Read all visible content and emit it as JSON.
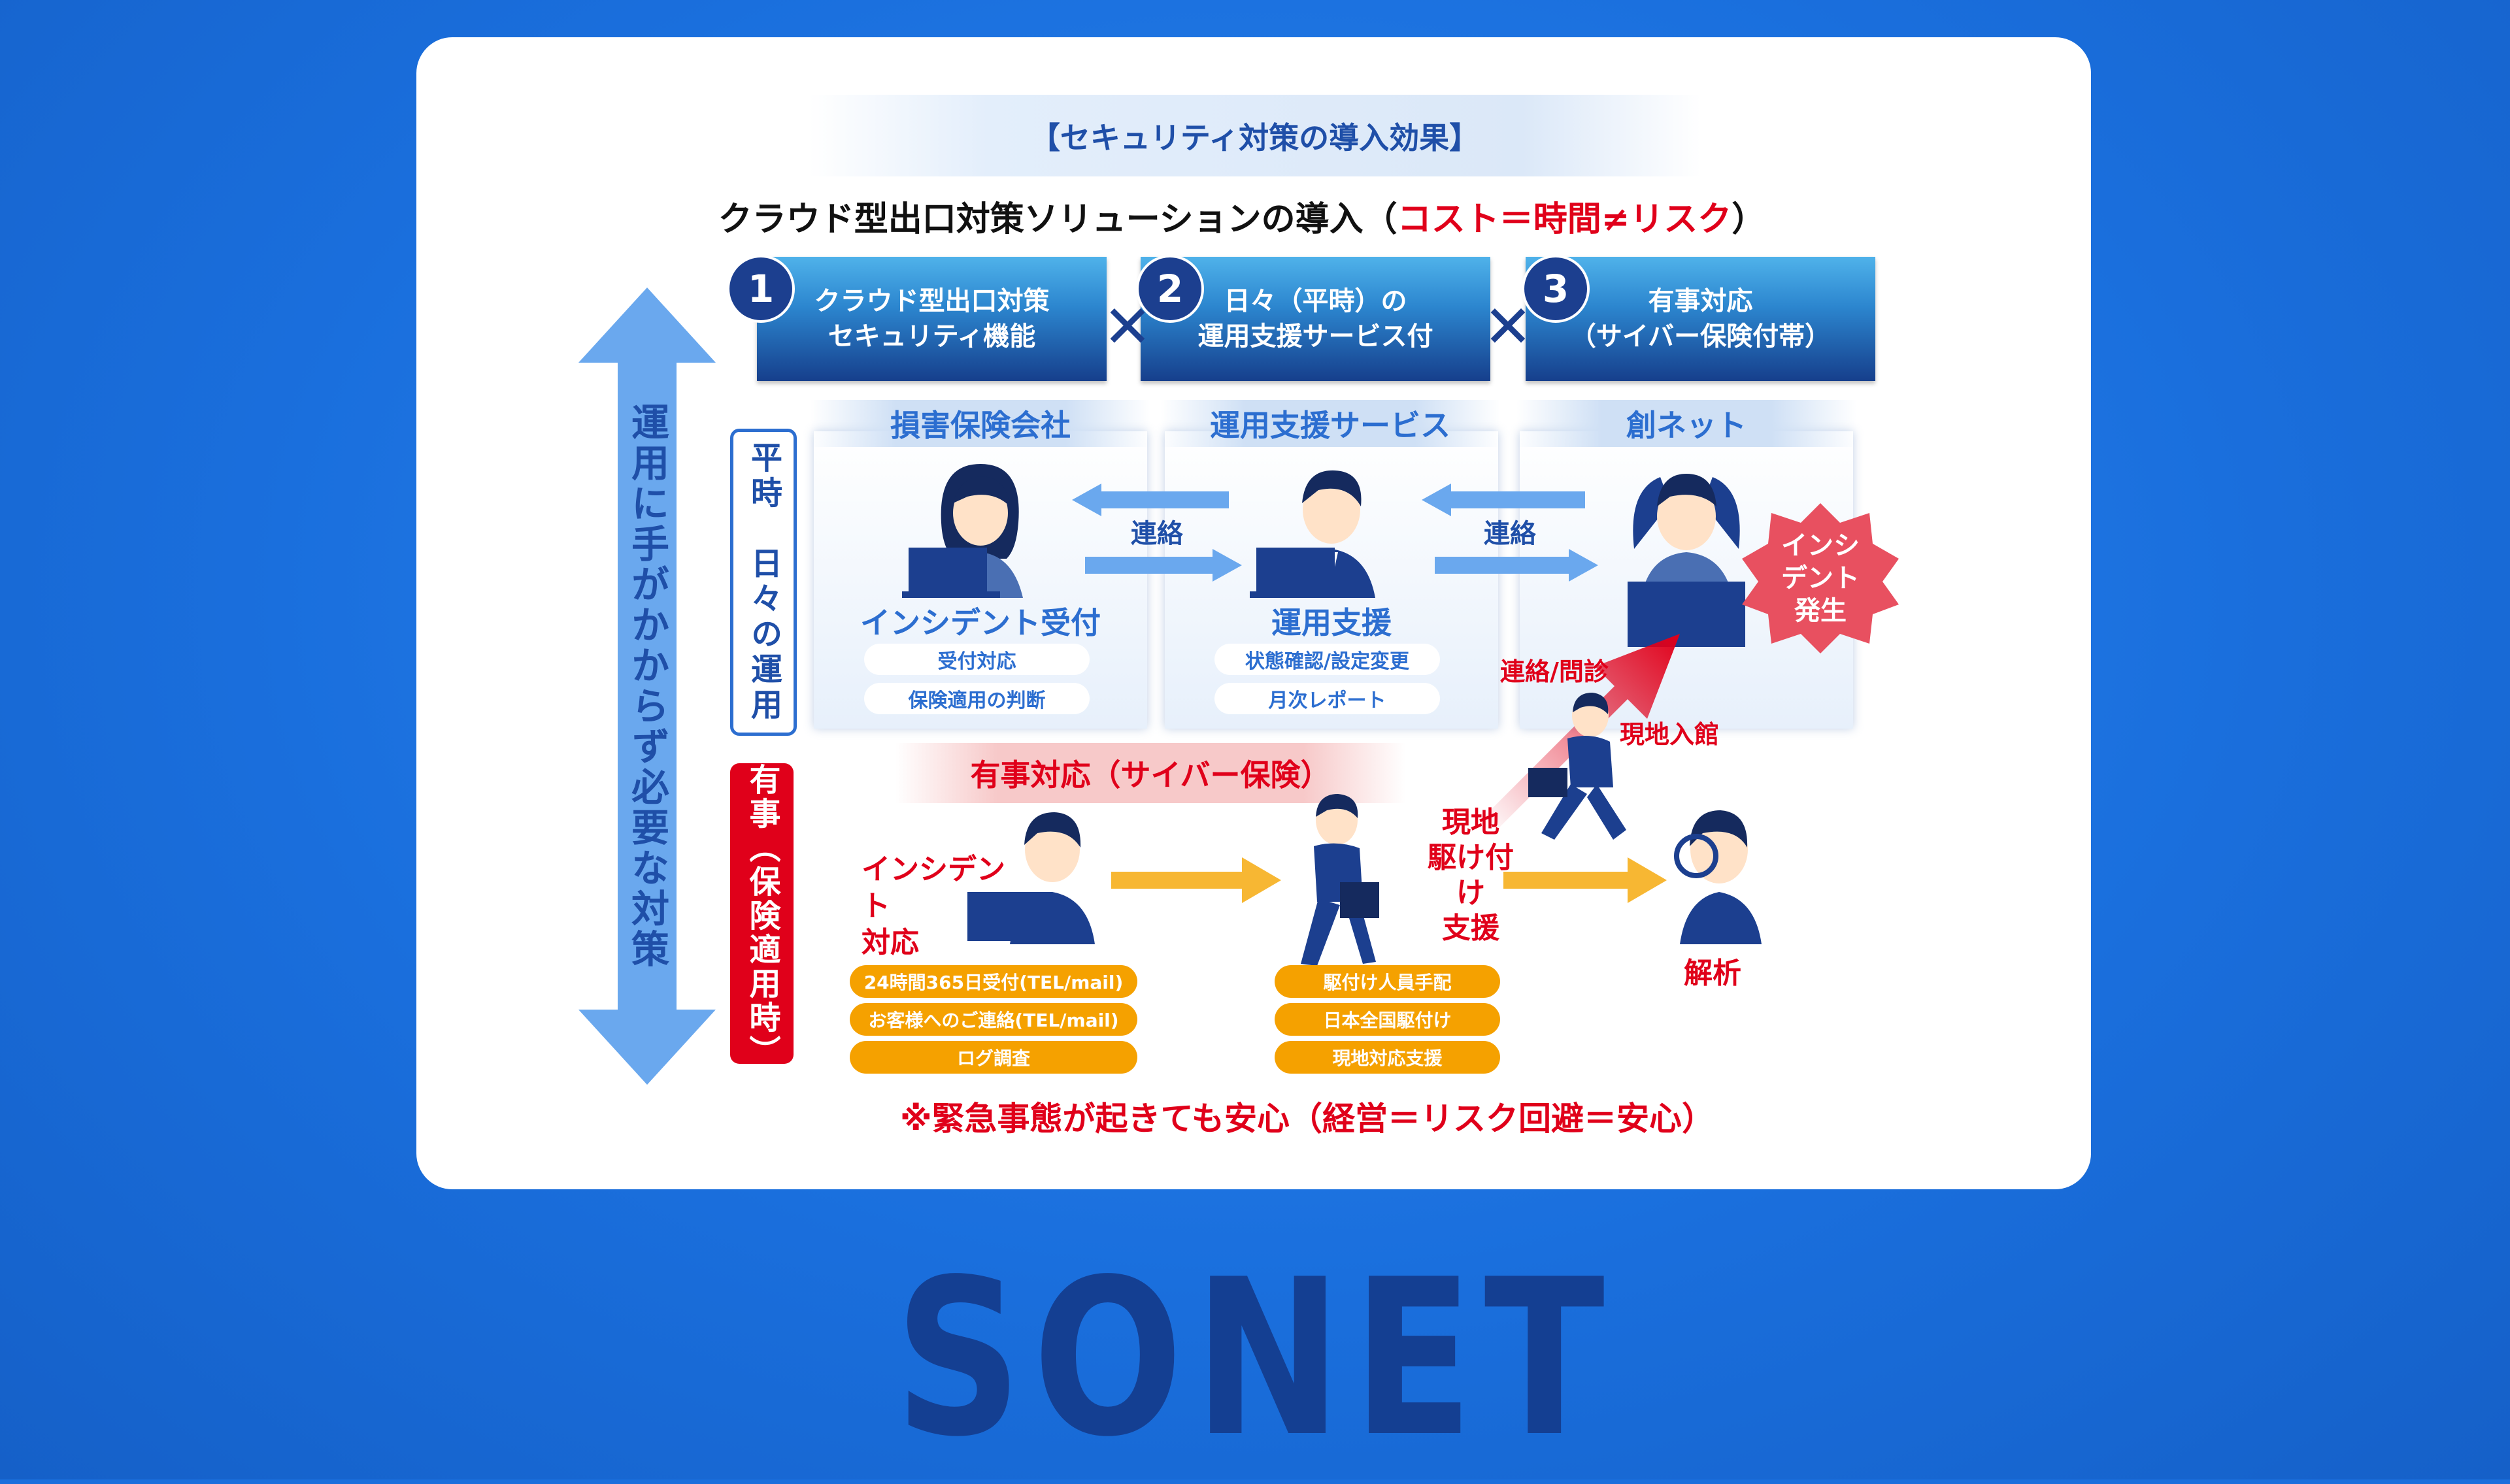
{
  "header": {
    "title": "【セキュリティ対策の導入効果】",
    "subtitle_main": "クラウド型出口対策ソリューションの導入（",
    "subtitle_red": "コスト＝時間≠リスク",
    "subtitle_end": "）"
  },
  "steps": [
    {
      "num": "1",
      "line1": "クラウド型出口対策",
      "line2": "セキュリティ機能"
    },
    {
      "num": "2",
      "line1": "日々（平時）の",
      "line2": "運用支援サービス付"
    },
    {
      "num": "3",
      "line1": "有事対応",
      "line2": "（サイバー保険付帯）"
    }
  ],
  "times_symbol": "✕",
  "vertical_label": "運用に手がかからず必要な対策",
  "heiji_label": "平時　日々の運用",
  "yuji_label": "有事（保険適用時）",
  "columns": [
    {
      "head": "損害保険会社",
      "role": "インシデント受付",
      "pills": [
        "受付対応",
        "保険適用の判断"
      ]
    },
    {
      "head": "運用支援サービス",
      "role": "運用支援",
      "pills": [
        "状態確認/設定変更",
        "月次レポート"
      ]
    },
    {
      "head": "創ネット",
      "role": "",
      "pills": []
    }
  ],
  "renraku": "連絡",
  "incident_badge": {
    "line1": "インシ",
    "line2": "デント",
    "line3": "発生"
  },
  "contact_inquiry": "連絡/問診",
  "onsite_visit": "現地入館",
  "yuji_band": "有事対応（サイバー保険）",
  "incident_response": {
    "line1": "インシデント",
    "line2": "対応"
  },
  "orange_left": [
    "24時間365日受付(TEL/mail)",
    "お客様へのご連絡(TEL/mail)",
    "ログ調査"
  ],
  "orange_mid": [
    "駆付け人員手配",
    "日本全国駆付け",
    "現地対応支援"
  ],
  "rush_support": {
    "line1": "現地",
    "line2": "駆け付け",
    "line3": "支援"
  },
  "analysis": "解析",
  "bottom_note": "※緊急事態が起きても安心（経営＝リスク回避＝安心）",
  "brand": "SONET",
  "colors": {
    "background": "#1a6fdd",
    "navy": "#1c3f8f",
    "accent_blue": "#2c6ed0",
    "red": "#e0001a",
    "orange": "#f5a100",
    "arrow_blue": "#6aa8ee",
    "arrow_yellow": "#f7b733"
  }
}
